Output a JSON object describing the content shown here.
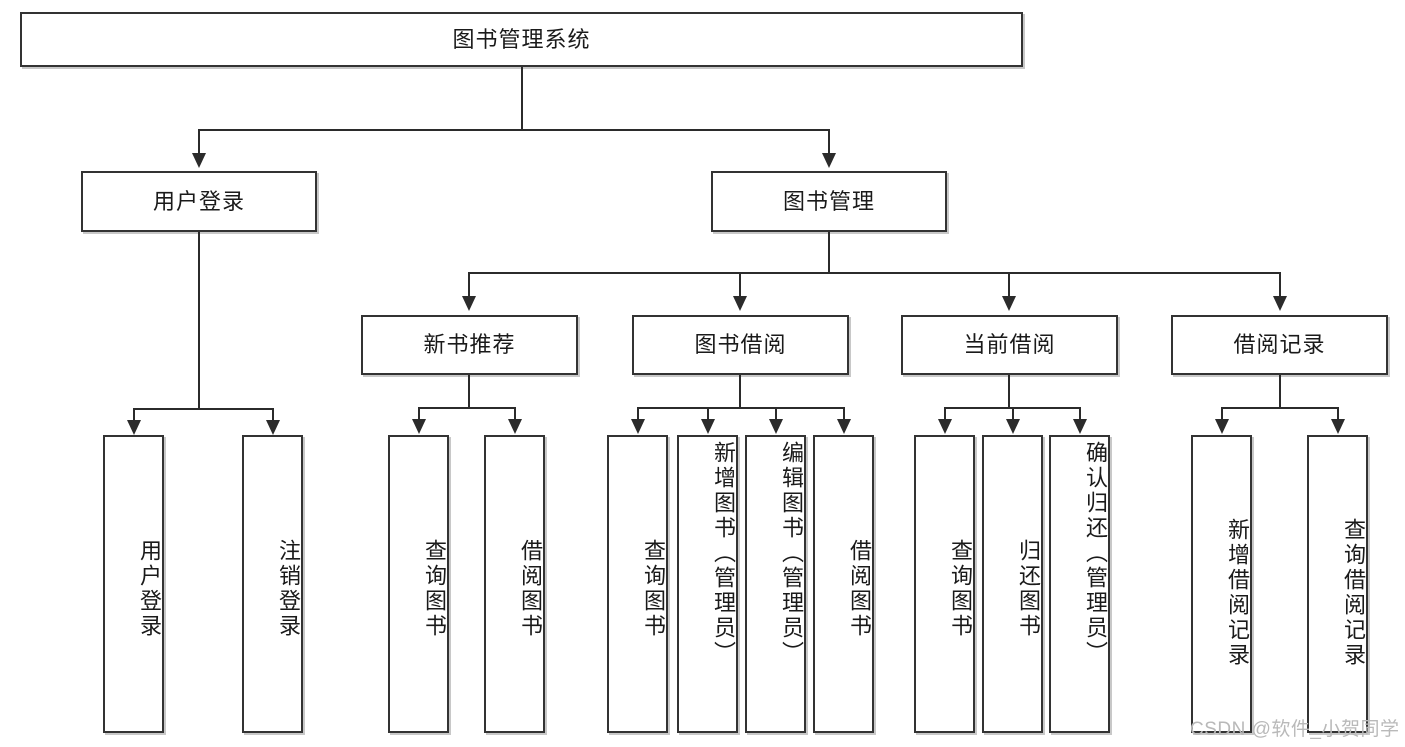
{
  "diagram": {
    "type": "tree-hierarchy",
    "title": "图书管理系统",
    "watermark": "CSDN @软件_小贺同学",
    "colors": {
      "box_border": "#333333",
      "box_fill": "#ffffff",
      "connector": "#2b2b2b",
      "text": "#1a1a1a",
      "watermark": "#b9b9b9",
      "background": "#ffffff"
    },
    "root": {
      "id": "root",
      "label": "图书管理系统",
      "orientation": "horizontal"
    },
    "level2": [
      {
        "id": "user-login",
        "label": "用户登录",
        "orientation": "horizontal"
      },
      {
        "id": "book-manage",
        "label": "图书管理",
        "orientation": "horizontal"
      }
    ],
    "level3": [
      {
        "id": "new-book-recommend",
        "label": "新书推荐",
        "orientation": "horizontal",
        "parent": "book-manage"
      },
      {
        "id": "book-borrow",
        "label": "图书借阅",
        "orientation": "horizontal",
        "parent": "book-manage"
      },
      {
        "id": "current-borrow",
        "label": "当前借阅",
        "orientation": "horizontal",
        "parent": "book-manage"
      },
      {
        "id": "borrow-record",
        "label": "借阅记录",
        "orientation": "horizontal",
        "parent": "book-manage"
      }
    ],
    "leaves": [
      {
        "id": "leaf-user-login",
        "label": "用户登录",
        "parent": "user-login"
      },
      {
        "id": "leaf-user-logout",
        "label": "注销登录",
        "parent": "user-login"
      },
      {
        "id": "leaf-query-book-1",
        "label": "查询图书",
        "parent": "new-book-recommend"
      },
      {
        "id": "leaf-borrow-book-1",
        "label": "借阅图书",
        "parent": "new-book-recommend"
      },
      {
        "id": "leaf-query-book-2",
        "label": "查询图书",
        "parent": "book-borrow"
      },
      {
        "id": "leaf-add-book",
        "label": "新增图书（管理员）",
        "parent": "book-borrow"
      },
      {
        "id": "leaf-edit-book",
        "label": "编辑图书（管理员）",
        "parent": "book-borrow"
      },
      {
        "id": "leaf-borrow-book-2",
        "label": "借阅图书",
        "parent": "book-borrow"
      },
      {
        "id": "leaf-query-book-3",
        "label": "查询图书",
        "parent": "current-borrow"
      },
      {
        "id": "leaf-return-book",
        "label": "归还图书",
        "parent": "current-borrow"
      },
      {
        "id": "leaf-confirm-return",
        "label": "确认归还（管理员）",
        "parent": "current-borrow"
      },
      {
        "id": "leaf-add-record",
        "label": "新增借阅记录",
        "parent": "borrow-record"
      },
      {
        "id": "leaf-query-record",
        "label": "查询借阅记录",
        "parent": "borrow-record"
      }
    ]
  }
}
